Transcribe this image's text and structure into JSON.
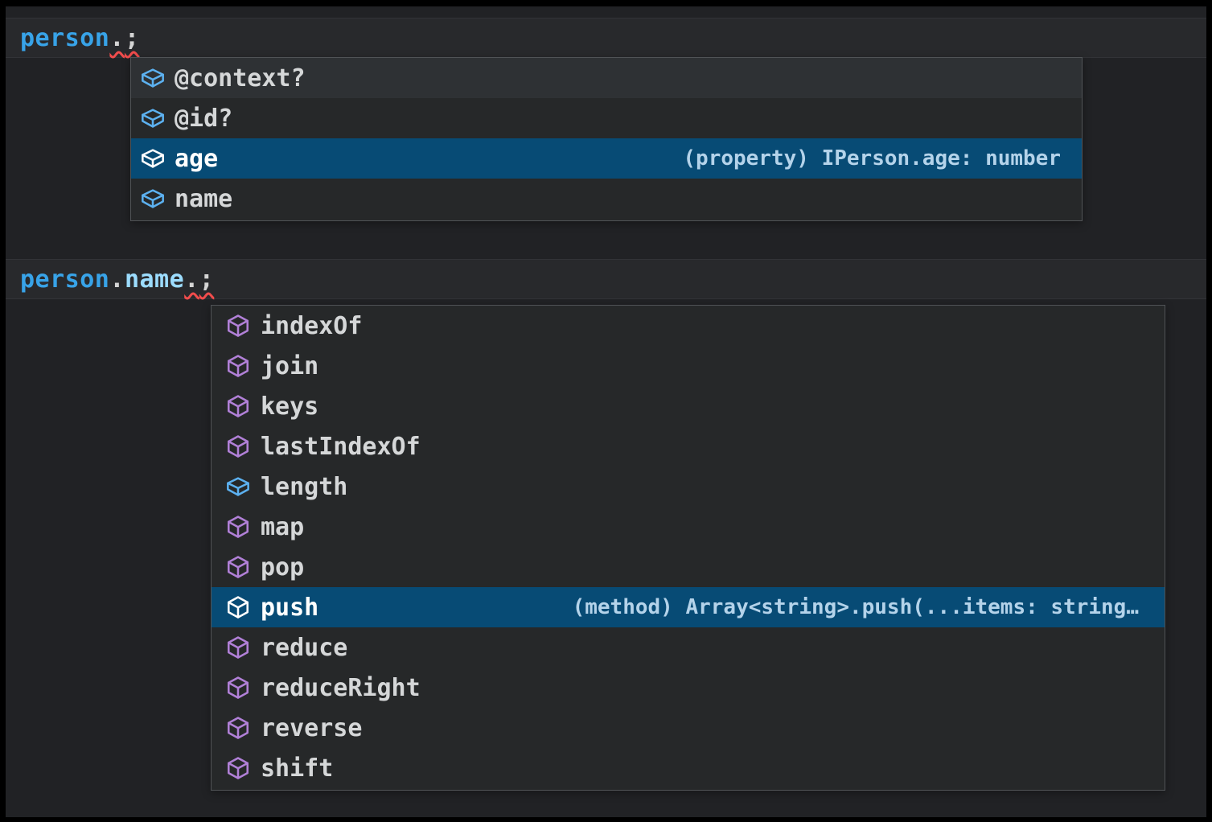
{
  "colors": {
    "editor-bg": "#212225",
    "line-highlight": "#28292c",
    "widget-bg": "#262829",
    "widget-border": "#505356",
    "row-hover": "#2e3134",
    "selection": "#074b75",
    "var-blue": "#38a3e8",
    "prop-blue": "#9cdcfe",
    "punct": "#d4d4d4",
    "squiggle": "#f14c4c",
    "field-icon": "#5cb1f0",
    "method-icon": "#b180d7",
    "item-label": "#d5d7d8",
    "detail-text": "#b4d3ea"
  },
  "editor": {
    "lines": [
      {
        "tokens": [
          {
            "t": "person",
            "c": "var"
          },
          {
            "t": ".",
            "c": "punct",
            "err": true
          },
          {
            "t": ";",
            "c": "punct",
            "err": true
          }
        ]
      },
      {
        "tokens": [
          {
            "t": "person",
            "c": "var"
          },
          {
            "t": ".",
            "c": "punct"
          },
          {
            "t": "name",
            "c": "prop"
          },
          {
            "t": ".",
            "c": "punct",
            "err": true
          },
          {
            "t": ";",
            "c": "punct",
            "err": true
          }
        ]
      }
    ]
  },
  "popups": [
    {
      "items": [
        {
          "label": "@context?",
          "kind": "field",
          "hover": true
        },
        {
          "label": "@id?",
          "kind": "field"
        },
        {
          "label": "age",
          "kind": "field",
          "selected": true,
          "detail": "(property) IPerson.age: number"
        },
        {
          "label": "name",
          "kind": "field"
        }
      ]
    },
    {
      "items": [
        {
          "label": "indexOf",
          "kind": "method"
        },
        {
          "label": "join",
          "kind": "method"
        },
        {
          "label": "keys",
          "kind": "method"
        },
        {
          "label": "lastIndexOf",
          "kind": "method"
        },
        {
          "label": "length",
          "kind": "field"
        },
        {
          "label": "map",
          "kind": "method"
        },
        {
          "label": "pop",
          "kind": "method"
        },
        {
          "label": "push",
          "kind": "method",
          "selected": true,
          "detail": "(method) Array<string>.push(...items: string…"
        },
        {
          "label": "reduce",
          "kind": "method"
        },
        {
          "label": "reduceRight",
          "kind": "method"
        },
        {
          "label": "reverse",
          "kind": "method"
        },
        {
          "label": "shift",
          "kind": "method"
        }
      ]
    }
  ]
}
